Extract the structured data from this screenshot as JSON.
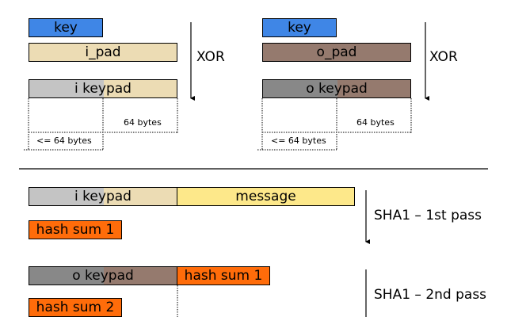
{
  "top_left": {
    "key": "key",
    "pad": "i_pad",
    "result_left": "i key",
    "result_right": "pad",
    "op": "XOR",
    "size_total": "64 bytes",
    "size_key": "<= 64 bytes"
  },
  "top_right": {
    "key": "key",
    "pad": "o_pad",
    "result_left": "o key",
    "result_right": "pad",
    "op": "XOR",
    "size_total": "64 bytes",
    "size_key": "<= 64 bytes"
  },
  "pass1": {
    "left": "i key",
    "right": "pad",
    "message": "message",
    "result": "hash sum 1",
    "label": "SHA1 – 1st pass"
  },
  "pass2": {
    "left": "o key",
    "right": "pad",
    "input": "hash sum 1",
    "result": "hash sum 2",
    "label": "SHA1 – 2nd pass"
  },
  "colors": {
    "key": "#3f86e6",
    "i_pad": "#ecdcb4",
    "o_pad": "#957a6e",
    "i_key_grey": "#c4c4c4",
    "o_key_grey": "#888888",
    "message": "#fde88a",
    "hash": "#ff6c0a"
  }
}
